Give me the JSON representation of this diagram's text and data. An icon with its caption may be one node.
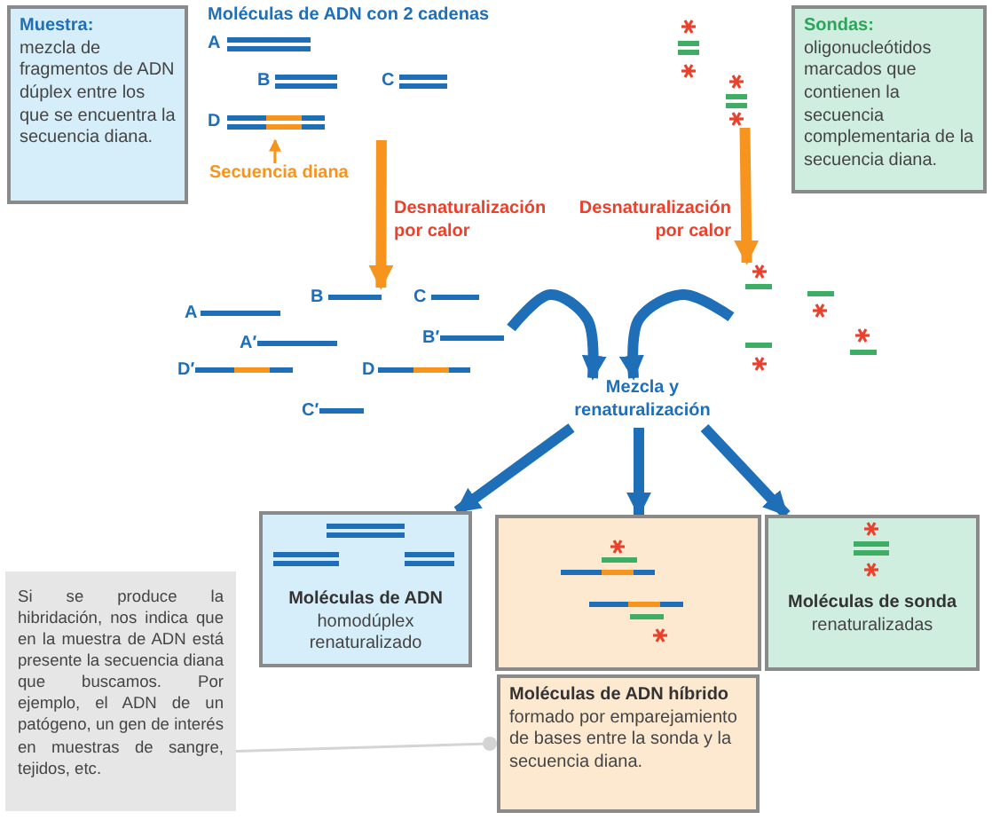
{
  "diagram": {
    "nodes": [
      {
        "text": [
          "Muestra:",
          "mezcla de fragmentos de ADN dúplex entre los que se encuentra la secuencia diana."
        ]
      },
      {
        "text": [],
        "shape": "picture"
      },
      {
        "text": [
          "Secuencia diana"
        ]
      },
      {
        "text": [],
        "shape": "picture"
      },
      {
        "text": [
          "Sondas:",
          "oligonucleótidos marcados que contienen la secuencia complementaria de la secuencia diana."
        ]
      },
      {
        "text": [],
        "shape": "picture"
      },
      {
        "text": [],
        "shape": "picture"
      },
      {
        "text": [
          "Mezcla y renaturalización"
        ]
      },
      {
        "text": [
          "Moléculas de ADN",
          "homodúplex renaturalizado"
        ]
      },
      {
        "text": [],
        "shape": "box"
      },
      {
        "text": [
          "Moléculas de sonda",
          "renaturalizadas"
        ]
      },
      {
        "text": [
          "Si se produce la hibridación, nos indica que en la muestra de ADN está presente la secuencia diana que buscamos. Por ejemplo, el ADN de un patógeno, un gen de interés en muestras de sangre, tejidos, etc."
        ]
      },
      {
        "text": [
          "Moléculas de ADN híbrido",
          "formado por emparejamiento de bases entre la sonda y la secuencia diana."
        ]
      }
    ],
    "edges": [
      {
        "from": 2,
        "to": 1,
        "arrow": "to",
        "color": "#f7941d"
      },
      {
        "from": 1,
        "to": 5,
        "arrow": "to",
        "label": "Desnaturalización por calor",
        "color": "#f7941d"
      },
      {
        "from": 3,
        "to": 6,
        "arrow": "to",
        "label": "Desnaturalización por calor",
        "color": "#f7941d"
      },
      {
        "from": 5,
        "to": 7,
        "arrow": "to"
      },
      {
        "from": 6,
        "to": 7,
        "arrow": "to"
      },
      {
        "from": 7,
        "to": 8,
        "arrow": "to"
      },
      {
        "from": 7,
        "to": 9,
        "arrow": "to"
      },
      {
        "from": 7,
        "to": 10,
        "arrow": "to"
      },
      {
        "from": 11,
        "to": 12,
        "arrow": "other",
        "color": "#d4d4d4"
      }
    ],
    "labels": [
      "Moléculas de ADN con 2 cadenas",
      "A",
      "B",
      "C",
      "D",
      "B",
      "C",
      "A",
      "A′",
      "B′",
      "D′",
      "D",
      "C′"
    ]
  }
}
